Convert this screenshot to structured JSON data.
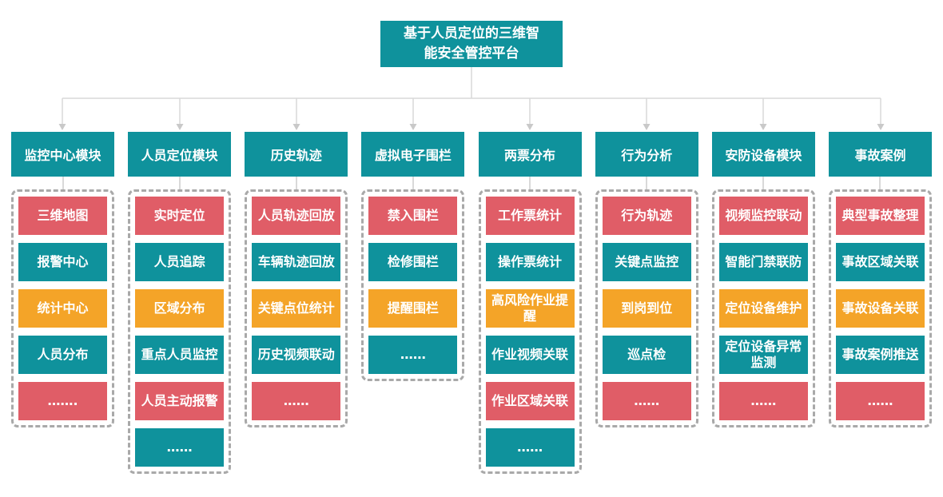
{
  "title": "基于人员定位的三维智能安全管控平台",
  "colors": {
    "teal": "#0f929c",
    "red": "#e05d67",
    "orange": "#f4a428",
    "connector": "#d9d9d9",
    "panel_border": "#a9a9a9",
    "box_text": "#ffffff",
    "background": "#ffffff"
  },
  "columns": [
    {
      "header": "监控中心模块",
      "items": [
        {
          "label": "三维地图",
          "color": "red"
        },
        {
          "label": "报警中心",
          "color": "teal"
        },
        {
          "label": "统计中心",
          "color": "orange"
        },
        {
          "label": "人员分布",
          "color": "teal"
        },
        {
          "label": "…….",
          "color": "red"
        }
      ]
    },
    {
      "header": "人员定位模块",
      "items": [
        {
          "label": "实时定位",
          "color": "red"
        },
        {
          "label": "人员追踪",
          "color": "teal"
        },
        {
          "label": "区域分布",
          "color": "orange"
        },
        {
          "label": "重点人员监控",
          "color": "teal"
        },
        {
          "label": "人员主动报警",
          "color": "red"
        },
        {
          "label": "……",
          "color": "teal"
        }
      ]
    },
    {
      "header": "历史轨迹",
      "items": [
        {
          "label": "人员轨迹回放",
          "color": "red"
        },
        {
          "label": "车辆轨迹回放",
          "color": "teal"
        },
        {
          "label": "关键点位统计",
          "color": "orange"
        },
        {
          "label": "历史视频联动",
          "color": "teal"
        },
        {
          "label": "……",
          "color": "red"
        }
      ]
    },
    {
      "header": "虚拟电子围栏",
      "items": [
        {
          "label": "禁入围栏",
          "color": "red"
        },
        {
          "label": "检修围栏",
          "color": "teal"
        },
        {
          "label": "提醒围栏",
          "color": "orange"
        },
        {
          "label": "……",
          "color": "teal"
        }
      ]
    },
    {
      "header": "两票分布",
      "items": [
        {
          "label": "工作票统计",
          "color": "red"
        },
        {
          "label": "操作票统计",
          "color": "teal"
        },
        {
          "label": "高风险作业提醒",
          "color": "orange"
        },
        {
          "label": "作业视频关联",
          "color": "teal"
        },
        {
          "label": "作业区域关联",
          "color": "red"
        },
        {
          "label": "……",
          "color": "teal"
        }
      ]
    },
    {
      "header": "行为分析",
      "items": [
        {
          "label": "行为轨迹",
          "color": "red"
        },
        {
          "label": "关键点监控",
          "color": "teal"
        },
        {
          "label": "到岗到位",
          "color": "orange"
        },
        {
          "label": "巡点检",
          "color": "teal"
        },
        {
          "label": "……",
          "color": "red"
        }
      ]
    },
    {
      "header": "安防设备模块",
      "items": [
        {
          "label": "视频监控联动",
          "color": "red"
        },
        {
          "label": "智能门禁联防",
          "color": "teal"
        },
        {
          "label": "定位设备维护",
          "color": "orange"
        },
        {
          "label": "定位设备异常监测",
          "color": "teal"
        },
        {
          "label": "……",
          "color": "red"
        }
      ]
    },
    {
      "header": "事故案例",
      "items": [
        {
          "label": "典型事故整理",
          "color": "red"
        },
        {
          "label": "事故区域关联",
          "color": "teal"
        },
        {
          "label": "事故设备关联",
          "color": "orange"
        },
        {
          "label": "事故案例推送",
          "color": "teal"
        },
        {
          "label": "……",
          "color": "red"
        }
      ]
    }
  ]
}
